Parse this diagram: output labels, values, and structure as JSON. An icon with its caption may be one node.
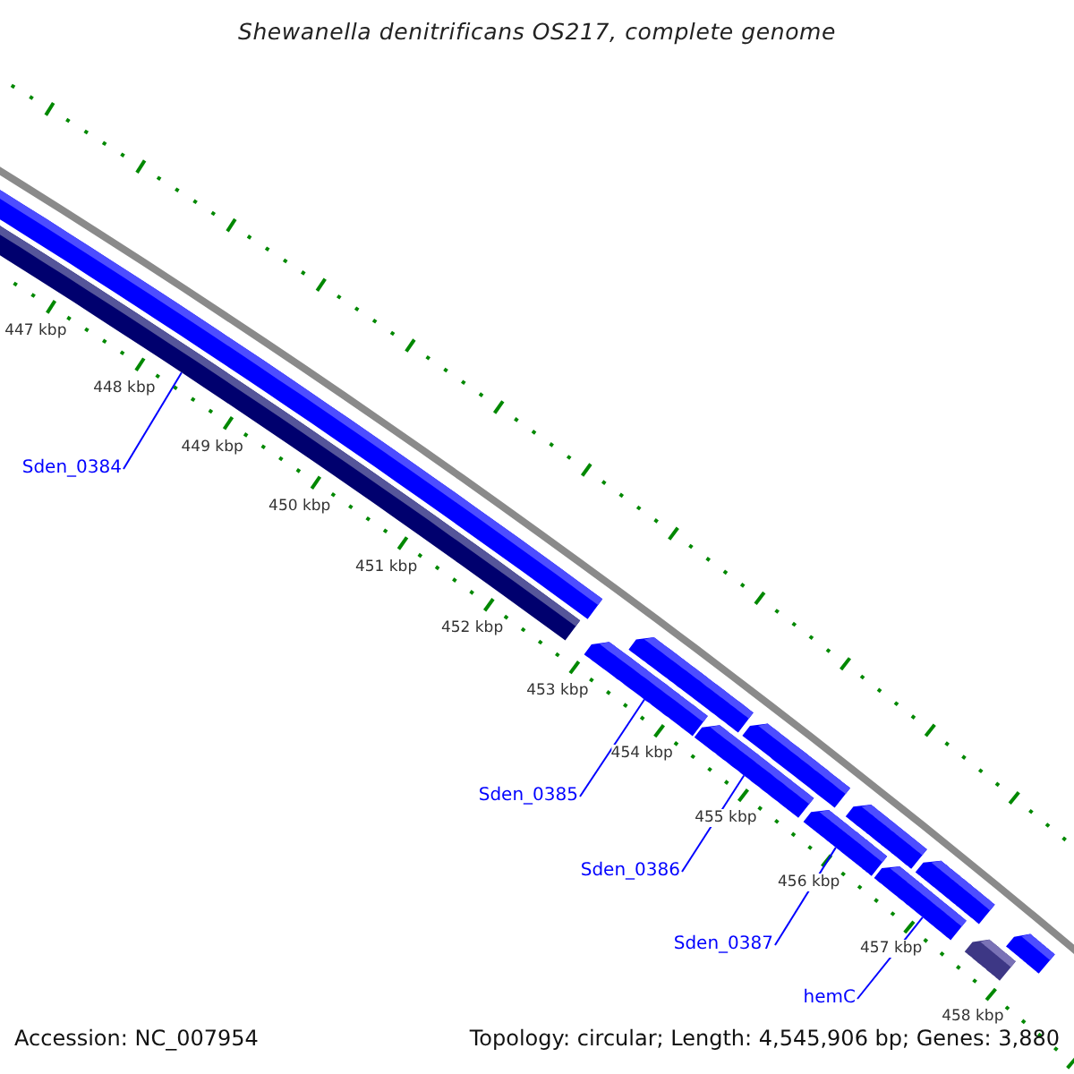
{
  "diagram": {
    "title": "Shewanella denitrificans OS217, complete genome",
    "nodes": [
      {
        "text": [],
        "shape": "bar"
      },
      {
        "text": [],
        "shape": "bar"
      },
      {
        "text": [],
        "shape": "bar"
      },
      {
        "text": [],
        "shape": "bar"
      },
      {
        "text": [],
        "shape": "bar"
      },
      {
        "text": [],
        "shape": "bar"
      },
      {
        "text": [],
        "shape": "bar"
      },
      {
        "text": [],
        "shape": "bar"
      },
      {
        "text": [],
        "shape": "bar"
      },
      {
        "text": [],
        "shape": "bar"
      },
      {
        "text": [],
        "shape": "bar"
      },
      {
        "text": [],
        "shape": "bar"
      },
      {
        "text": [
          "Sden_0384"
        ]
      },
      {
        "text": [
          "Sden_0385"
        ]
      },
      {
        "text": [
          "Sden_0386"
        ]
      },
      {
        "text": [
          "Sden_0387"
        ]
      },
      {
        "text": [
          "hemC"
        ]
      }
    ],
    "edges": [
      {
        "from": 12,
        "to": 1,
        "arrow": "none"
      },
      {
        "from": 13,
        "to": 3,
        "arrow": "none"
      },
      {
        "from": 14,
        "to": 4,
        "arrow": "none"
      },
      {
        "from": 15,
        "to": 7,
        "arrow": "none"
      },
      {
        "from": 16,
        "to": 9,
        "arrow": "none"
      }
    ],
    "labels": [
      "447 kbp",
      "448 kbp",
      "449 kbp",
      "450 kbp",
      "451 kbp",
      "452 kbp",
      "453 kbp",
      "454 kbp",
      "455 kbp",
      "456 kbp",
      "457 kbp",
      "458 kbp",
      "Accession: NC_007954",
      "Topology: circular; Length: 4,545,906 bp; Genes: 3,880"
    ]
  }
}
